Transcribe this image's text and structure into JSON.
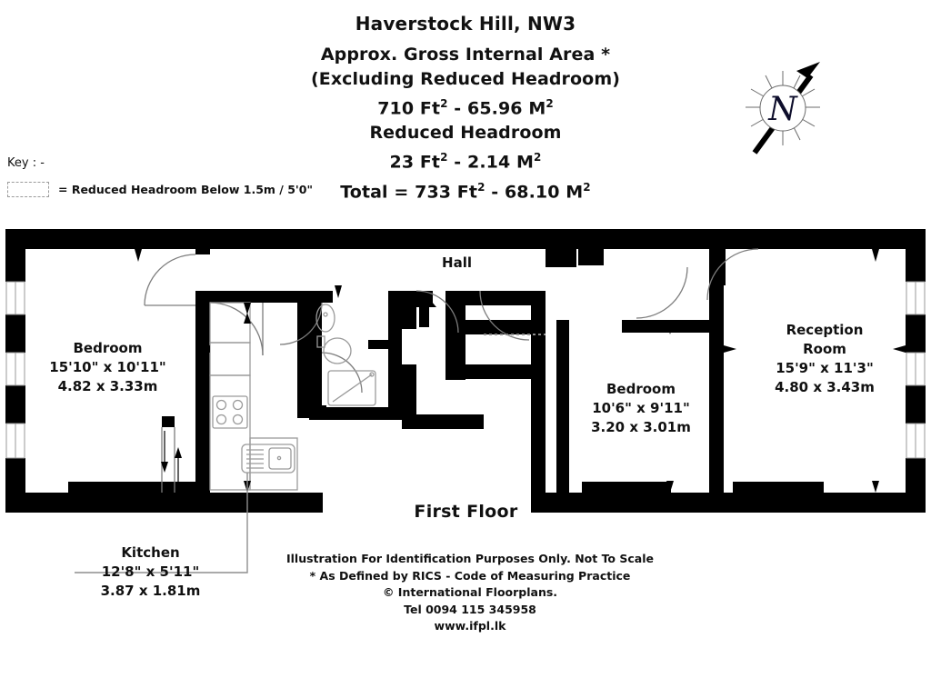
{
  "header": {
    "title": "Haverstock Hill, NW3",
    "line1": "Approx. Gross Internal Area *",
    "line2": "(Excluding Reduced Headroom)",
    "line3_ft": "710 Ft",
    "line3_sep": "-",
    "line3_m": "65.96 M",
    "line4": "Reduced Headroom",
    "line5_ft": "23 Ft",
    "line5_sep": "-",
    "line5_m": "2.14 M",
    "line6_total": "Total = 733 Ft",
    "line6_sep": "-",
    "line6_m": "68.10 M",
    "sup": "2"
  },
  "key": {
    "title": "Key : -",
    "text": "= Reduced Headroom Below 1.5m / 5'0\"",
    "swatch_style": "dashed-outline-box"
  },
  "compass": {
    "letter": "N",
    "icon": "compass-north-arrow-icon"
  },
  "floor": {
    "label": "First Floor"
  },
  "rooms": [
    {
      "id": "bedroom-left",
      "name": "Bedroom",
      "imperial": "15'10\" x 10'11\"",
      "metric": "4.82 x 3.33m"
    },
    {
      "id": "bedroom-middle",
      "name": "Bedroom",
      "imperial": "10'6\" x 9'11\"",
      "metric": "3.20 x 3.01m"
    },
    {
      "id": "reception-room",
      "name_line1": "Reception",
      "name_line2": "Room",
      "imperial": "15'9\" x 11'3\"",
      "metric": "4.80 x 3.43m"
    },
    {
      "id": "kitchen",
      "name": "Kitchen",
      "imperial": "12'8\" x 5'11\"",
      "metric": "3.87 x 1.81m"
    }
  ],
  "hall": {
    "label": "Hall"
  },
  "footer": {
    "line1": "Illustration For Identification Purposes Only. Not To Scale",
    "line2": "* As Defined by RICS - Code of Measuring Practice",
    "line3": "© International Floorplans.",
    "line4": "Tel 0094 115 345958",
    "line5": "www.ifpl.lk"
  },
  "colors": {
    "wall": "#000000",
    "background": "#ffffff",
    "fixture_stroke": "#9a9a9a",
    "headroom_dash": "#8c8c8c"
  }
}
